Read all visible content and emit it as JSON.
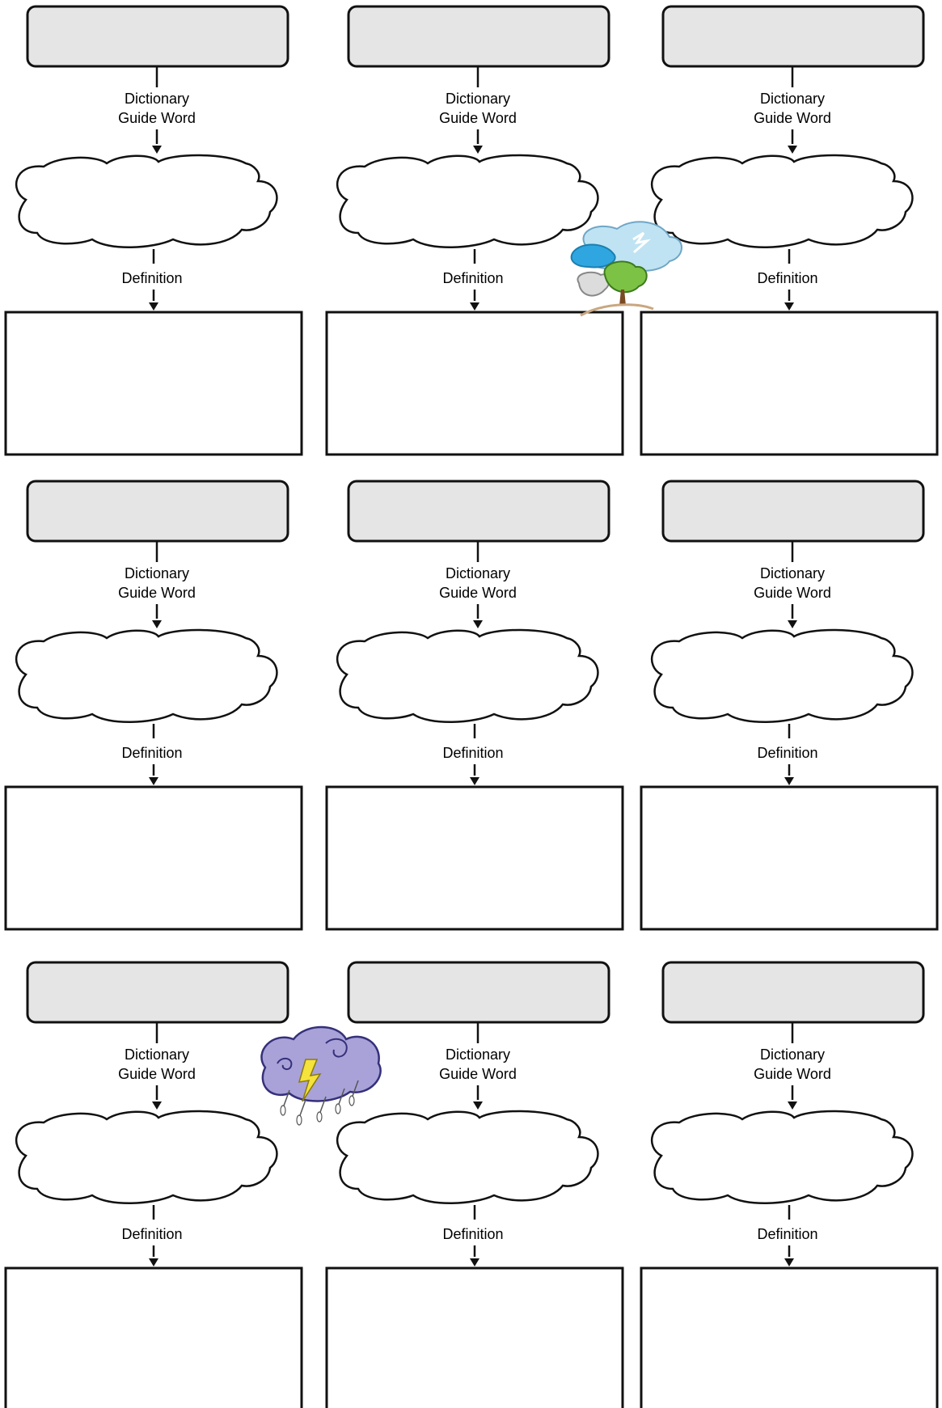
{
  "labels": {
    "guide_line1": "Dictionary",
    "guide_line2": "Guide Word",
    "definition": "Definition"
  },
  "cells": [
    {
      "row": 1,
      "col": 1
    },
    {
      "row": 1,
      "col": 2
    },
    {
      "row": 1,
      "col": 3
    },
    {
      "row": 2,
      "col": 1
    },
    {
      "row": 2,
      "col": 2
    },
    {
      "row": 2,
      "col": 3
    },
    {
      "row": 3,
      "col": 1
    },
    {
      "row": 3,
      "col": 2
    },
    {
      "row": 3,
      "col": 3
    }
  ],
  "decorations": [
    {
      "name": "windy-tree-clipart-icon"
    },
    {
      "name": "thunderstorm-clipart-icon"
    }
  ],
  "colors": {
    "word_box_fill": "#e5e5e5",
    "outline": "#111111"
  }
}
